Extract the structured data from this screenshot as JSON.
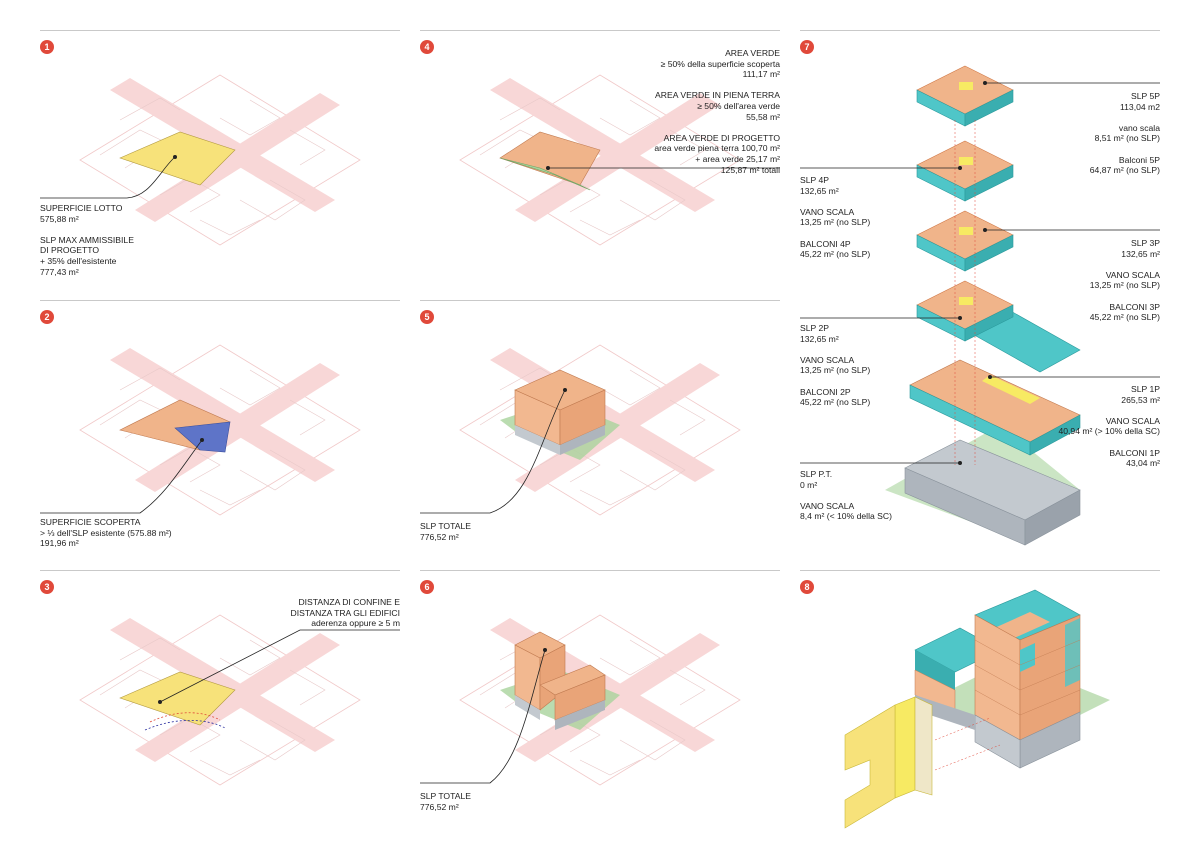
{
  "panels": {
    "p1": {
      "number": "1",
      "labels": [
        "SUPERFICIE LOTTO",
        "575,88 m²",
        "",
        "SLP MAX AMMISSIBILE",
        "DI PROGETTO",
        "+ 35% dell'esistente",
        "777,43 m²"
      ]
    },
    "p2": {
      "number": "2",
      "labels": [
        "SUPERFICIE SCOPERTA",
        "> ⅓ dell'SLP esistente (575.88 m²)",
        "191,96 m²"
      ]
    },
    "p3": {
      "number": "3",
      "labels": [
        "DISTANZA DI CONFINE E",
        "DISTANZA TRA GLI EDIFICI",
        "aderenza oppure ≥ 5 m"
      ]
    },
    "p4": {
      "number": "4",
      "labels": [
        "AREA VERDE",
        "≥ 50% della superficie scoperta",
        "111,17 m²",
        "",
        "AREA VERDE IN PIENA TERRA",
        "≥ 50% dell'area verde",
        "55,58 m²",
        "",
        "AREA VERDE DI PROGETTO",
        "area verde piena terra 100,70 m²",
        "+ area verde 25,17 m²",
        "125,87 m² totali"
      ]
    },
    "p5": {
      "number": "5",
      "labels": [
        "SLP TOTALE",
        "776,52 m²"
      ]
    },
    "p6": {
      "number": "6",
      "labels": [
        "SLP TOTALE",
        "776,52 m²"
      ]
    },
    "p7": {
      "number": "7",
      "right_top": [
        "SLP 5P",
        "113,04 m2",
        "",
        "vano scala",
        "8,51 m² (no SLP)",
        "",
        "Balconi 5P",
        "64,87 m² (no SLP)"
      ],
      "left_4p": [
        "SLP 4P",
        "132,65 m²",
        "",
        "VANO SCALA",
        "13,25 m² (no SLP)",
        "",
        "BALCONI 4P",
        "45,22 m² (no SLP)"
      ],
      "right_3p": [
        "SLP 3P",
        "132,65 m²",
        "",
        "VANO SCALA",
        "13,25 m² (no SLP)",
        "",
        "BALCONI 3P",
        "45,22 m² (no SLP)"
      ],
      "left_2p": [
        "SLP 2P",
        "132,65 m²",
        "",
        "VANO SCALA",
        "13,25 m² (no SLP)",
        "",
        "BALCONI 2P",
        "45,22 m² (no SLP)"
      ],
      "right_1p": [
        "SLP 1P",
        "265,53 m²",
        "",
        "VANO SCALA",
        "40,94 m² (> 10% della SC)",
        "",
        "BALCONI 1P",
        "43,04 m²"
      ],
      "left_pt": [
        "SLP P.T.",
        "0 m²",
        "",
        "VANO SCALA",
        "8,4 m² (< 10% della SC)"
      ]
    },
    "p8": {
      "number": "8"
    }
  },
  "colors": {
    "accent_red": "#e0493a",
    "road": "#f5d3d3",
    "lot_yellow": "#f7e27a",
    "building_orange": "#f0b48a",
    "open_blue": "#5e74c8",
    "green": "#a9d39c",
    "teal": "#4fc6c8",
    "grey": "#aeb5bd"
  }
}
